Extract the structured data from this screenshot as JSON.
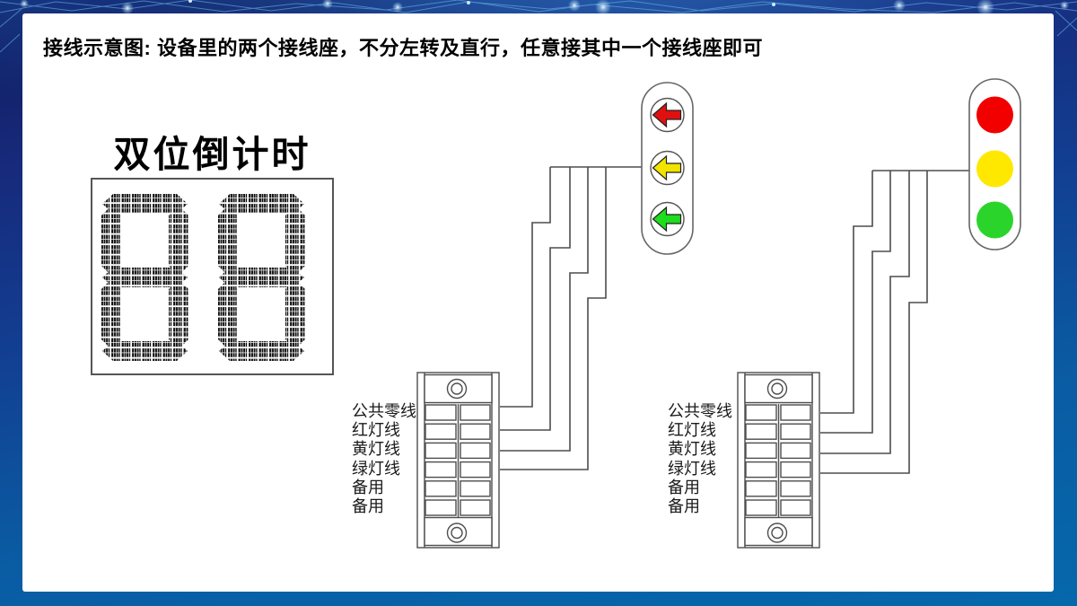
{
  "title": "接线示意图: 设备里的两个接线座，不分左转及直行，任意接其中一个接线座即可",
  "countdown_display": {
    "label": "双位倒计时",
    "value": "88"
  },
  "traffic_light_arrow": {
    "type": "left-turn arrow signal",
    "lights": [
      {
        "name": "red-left-arrow",
        "color": "#e11010"
      },
      {
        "name": "yellow-left-arrow",
        "color": "#f2e400"
      },
      {
        "name": "green-left-arrow",
        "color": "#1ddd1d"
      }
    ]
  },
  "traffic_light_disc": {
    "type": "full disc signal",
    "lights": [
      {
        "name": "red-light",
        "color": "#f20000"
      },
      {
        "name": "yellow-light",
        "color": "#ffe800"
      },
      {
        "name": "green-light",
        "color": "#2bd42b"
      }
    ]
  },
  "terminal_block_left": {
    "labels": [
      "公共零线",
      "红灯线",
      "黄灯线",
      "绿灯线",
      "备用",
      "备用"
    ]
  },
  "terminal_block_right": {
    "labels": [
      "公共零线",
      "红灯线",
      "黄灯线",
      "绿灯线",
      "备用",
      "备用"
    ]
  },
  "colors": {
    "wire": "#4d4d4d",
    "outline": "#555555",
    "panel": "#ffffff",
    "bg_top_navy": "#101b5c",
    "bg_bottom_blue": "#0568aa",
    "plexus_line": "#69b4ea"
  }
}
